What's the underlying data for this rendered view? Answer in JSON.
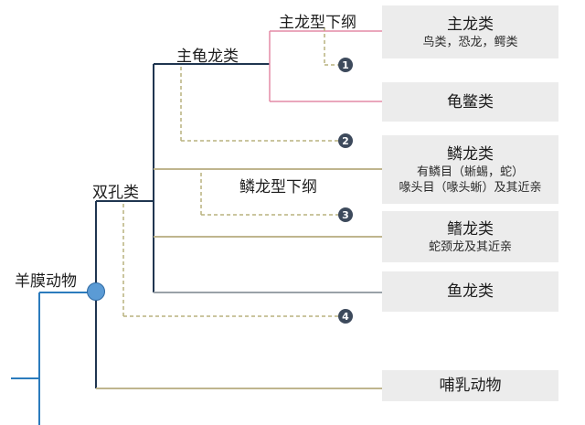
{
  "labels": {
    "amniota": "羊膜动物",
    "diapsida": "双孔类",
    "archelosauria": "主龟龙类",
    "archosauromorpha": "主龙型下纲",
    "lepidosauromorpha": "鳞龙型下纲"
  },
  "boxes": {
    "archosaurs": {
      "name": "主龙类",
      "sub": "鸟类，恐龙，鳄类"
    },
    "turtles": {
      "name": "龟鳖类"
    },
    "lepidosaurs": {
      "name": "鳞龙类",
      "sub1": "有鳞目（蜥蜴，蛇）",
      "sub2": "喙头目（喙头蜥）及其近亲"
    },
    "sauropterygia": {
      "name": "鳍龙类",
      "sub": "蛇颈龙及其近亲"
    },
    "ichthyosaurs": {
      "name": "鱼龙类"
    },
    "mammals": {
      "name": "哺乳动物"
    }
  },
  "markers": [
    "1",
    "2",
    "3",
    "4"
  ],
  "colors": {
    "blue": "#2b7bbd",
    "navy": "#1f3550",
    "pink": "#e48aa6",
    "khaki": "#bfb58e",
    "dashed": "#b9b27e",
    "box": "#ececec",
    "marker": "#3d4a5c"
  }
}
